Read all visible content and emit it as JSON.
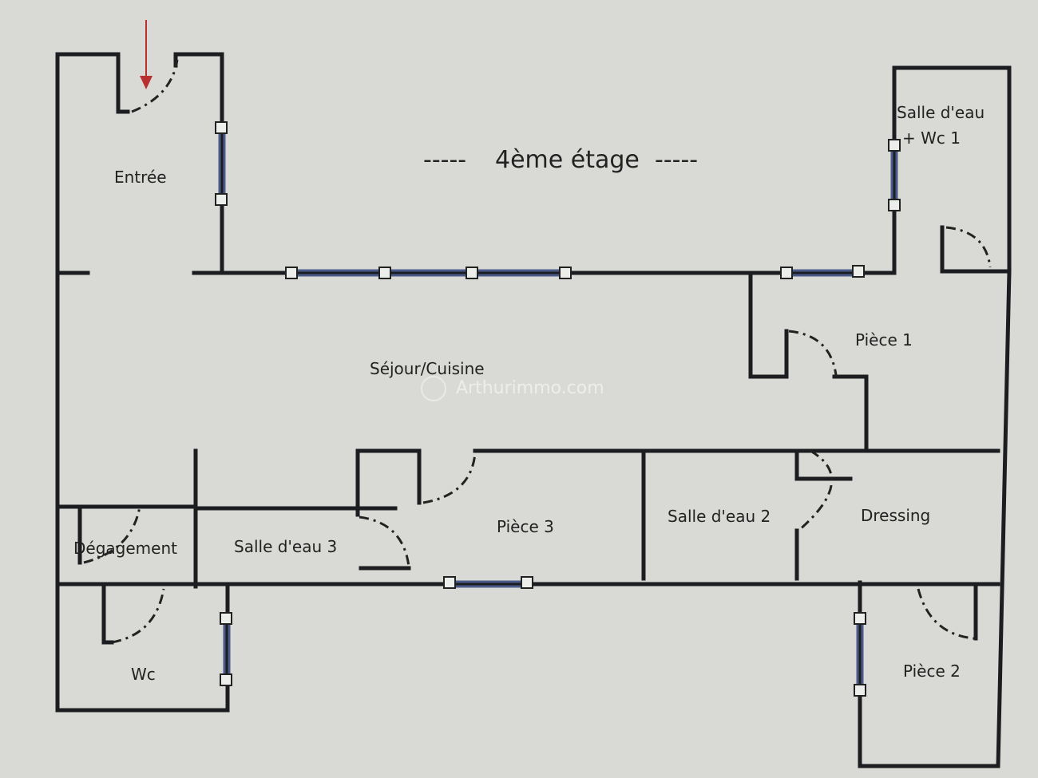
{
  "title": "4ème étage",
  "title_dashes": "-----",
  "rooms": {
    "entree": "Entrée",
    "salle_eau_wc1_line1": "Salle d'eau",
    "salle_eau_wc1_line2": "+ Wc 1",
    "sejour": "Séjour/Cuisine",
    "piece1": "Pièce 1",
    "piece2": "Pièce 2",
    "piece3": "Pièce 3",
    "salle_eau2": "Salle d'eau 2",
    "salle_eau3": "Salle d'eau 3",
    "dressing": "Dressing",
    "degagement": "Dégagement",
    "wc": "Wc"
  },
  "watermark": "Arthurimmo.com",
  "colors": {
    "entry_arrow": "#b83030",
    "wall": "#1c1d20",
    "window": "#4a5a8a"
  }
}
